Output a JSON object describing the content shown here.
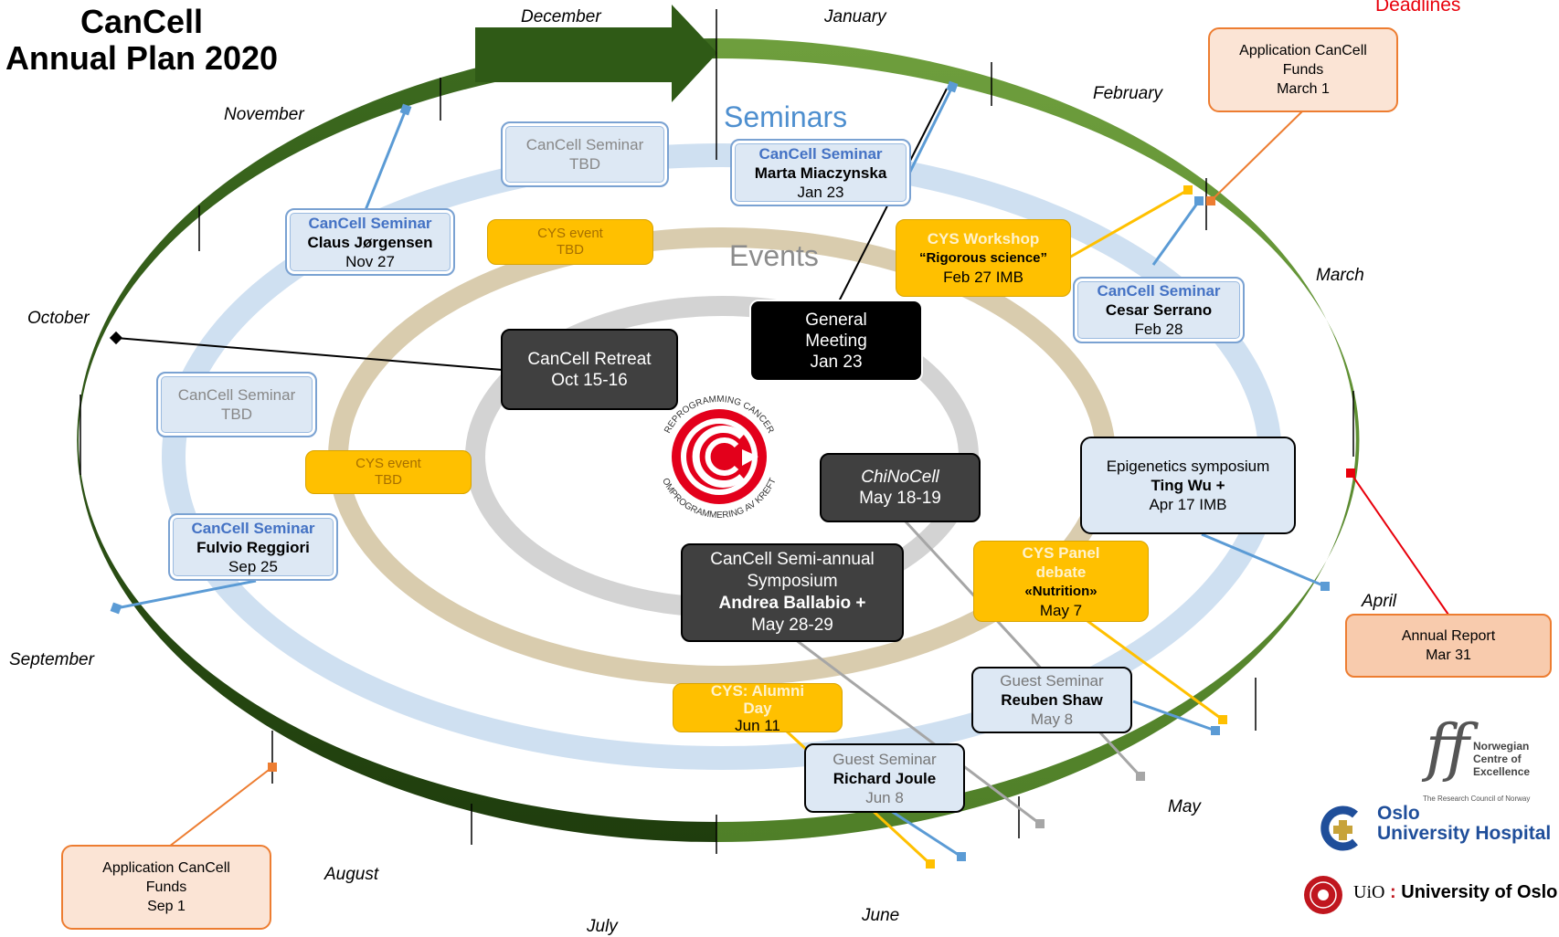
{
  "title": {
    "line1": "CanCell",
    "line2": "Annual Plan 2020"
  },
  "deadlines_label": "Deadlines",
  "months": {
    "december": "December",
    "january": "January",
    "february": "February",
    "march": "March",
    "april": "April",
    "may": "May",
    "june": "June",
    "july": "July",
    "august": "August",
    "september": "September",
    "october": "October",
    "november": "November"
  },
  "ring_labels": {
    "seminars": "Seminars",
    "events": "Events"
  },
  "seminars": {
    "nov": {
      "heading": "CanCell Seminar",
      "name": "Claus Jørgensen",
      "date": "Nov 27"
    },
    "jan": {
      "heading": "CanCell Seminar",
      "name": "Marta Miaczynska",
      "date": "Jan 23"
    },
    "feb": {
      "heading": "CanCell Seminar",
      "name": "Cesar Serrano",
      "date": "Feb 28"
    },
    "sep": {
      "heading": "CanCell Seminar",
      "name": "Fulvio Reggiori",
      "date": "Sep 25"
    },
    "tbd_top": {
      "heading": "CanCell Seminar",
      "date": "TBD"
    },
    "tbd_left": {
      "heading": "CanCell Seminar",
      "date": "TBD"
    }
  },
  "cys": {
    "event_top": {
      "heading": "CYS event",
      "date": "TBD"
    },
    "event_left": {
      "heading": "CYS event",
      "date": "TBD"
    },
    "workshop": {
      "heading": "CYS Workshop",
      "quote": "“Rigorous science”",
      "date": "Feb 27 IMB"
    },
    "panel": {
      "heading1": "CYS Panel",
      "heading2": "debate",
      "quote": "«Nutrition»",
      "date": "May 7"
    },
    "alumni": {
      "heading1": "CYS: Alumni",
      "heading2": "Day",
      "date": "Jun 11"
    }
  },
  "events": {
    "retreat": {
      "line1": "CanCell Retreat",
      "line2": "Oct 15-16"
    },
    "general": {
      "line1": "General",
      "line2": "Meeting",
      "line3": "Jan 23"
    },
    "chinocell": {
      "line1": "ChiNoCell",
      "line2": "May 18-19"
    },
    "symposium": {
      "line1": "CanCell Semi-annual",
      "line2": "Symposium",
      "line3": "Andrea Ballabio +",
      "line4": "May 28-29"
    },
    "epigenetics": {
      "line1": "Epigenetics symposium",
      "line2": "Ting Wu +",
      "line3": "Apr 17 IMB"
    }
  },
  "guest": {
    "shaw": {
      "heading": "Guest Seminar",
      "name": "Reuben Shaw",
      "date": "May 8"
    },
    "joule": {
      "heading": "Guest Seminar",
      "name": "Richard Joule",
      "date": "Jun 8"
    }
  },
  "deadlines": {
    "funds_mar": {
      "line1": "Application CanCell",
      "line2": "Funds",
      "line3": "March 1"
    },
    "funds_sep": {
      "line1": "Application CanCell",
      "line2": "Funds",
      "line3": "Sep 1"
    },
    "report": {
      "line1": "Annual Report",
      "line2": "Mar 31"
    }
  },
  "center_logo": {
    "top_text": "REPROGRAMMING CANCER",
    "bottom_text": "OMPROGRAMMERING AV KREFT"
  },
  "logos": {
    "nce": {
      "line1": "Norwegian",
      "line2": "Centre of",
      "line3": "Excellence",
      "sub": "The Research Council of Norway"
    },
    "ous": {
      "line1": "Oslo",
      "line2": "University Hospital"
    },
    "uio": {
      "prefix": "UiO",
      "name": "University of Oslo"
    }
  },
  "colors": {
    "ring_dark": "#2d5016",
    "ring_light": "#6a9a3a",
    "seminar_blue": "#5b9bd5",
    "cys_gold": "#ffc000",
    "deadline_orange": "#ed7d31",
    "deadline_red": "#e8000b"
  }
}
